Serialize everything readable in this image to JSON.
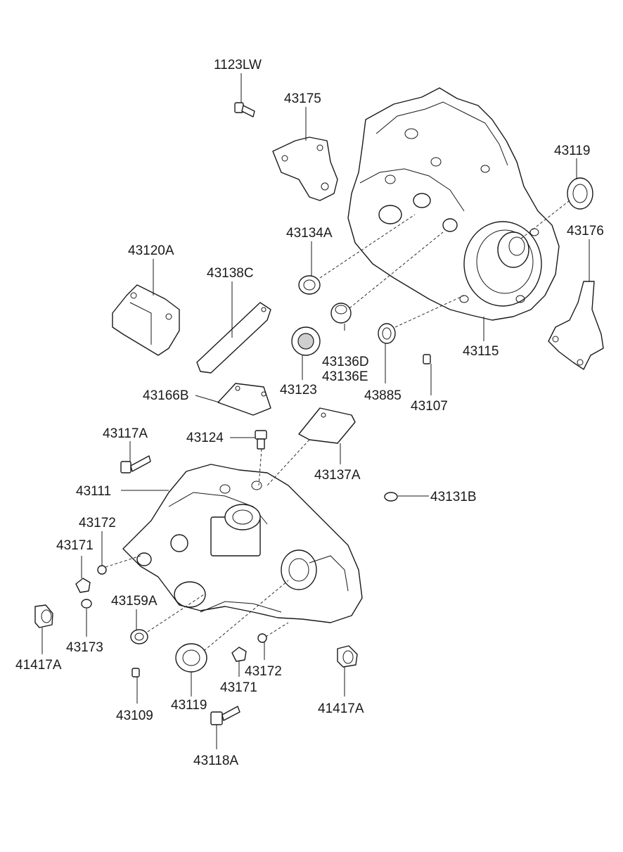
{
  "labels": {
    "p1123LW": "1123LW",
    "p43175": "43175",
    "p43119_top": "43119",
    "p43176": "43176",
    "p43120A": "43120A",
    "p43134A": "43134A",
    "p43138C": "43138C",
    "p43136D": "43136D",
    "p43136E": "43136E",
    "p43123": "43123",
    "p43885": "43885",
    "p43115": "43115",
    "p43107": "43107",
    "p43166B": "43166B",
    "p43117A": "43117A",
    "p43124": "43124",
    "p43137A": "43137A",
    "p43111": "43111",
    "p43131B": "43131B",
    "p43172_left": "43172",
    "p43171_left": "43171",
    "p43159A": "43159A",
    "p41417A_left": "41417A",
    "p43173": "43173",
    "p43172_bottom": "43172",
    "p43171_bottom": "43171",
    "p43119_bottom": "43119",
    "p43109": "43109",
    "p41417A_right": "41417A",
    "p43118A": "43118A"
  },
  "colors": {
    "ink": "#1a1a1a",
    "background": "#ffffff",
    "shade": "#cfcfcf"
  }
}
